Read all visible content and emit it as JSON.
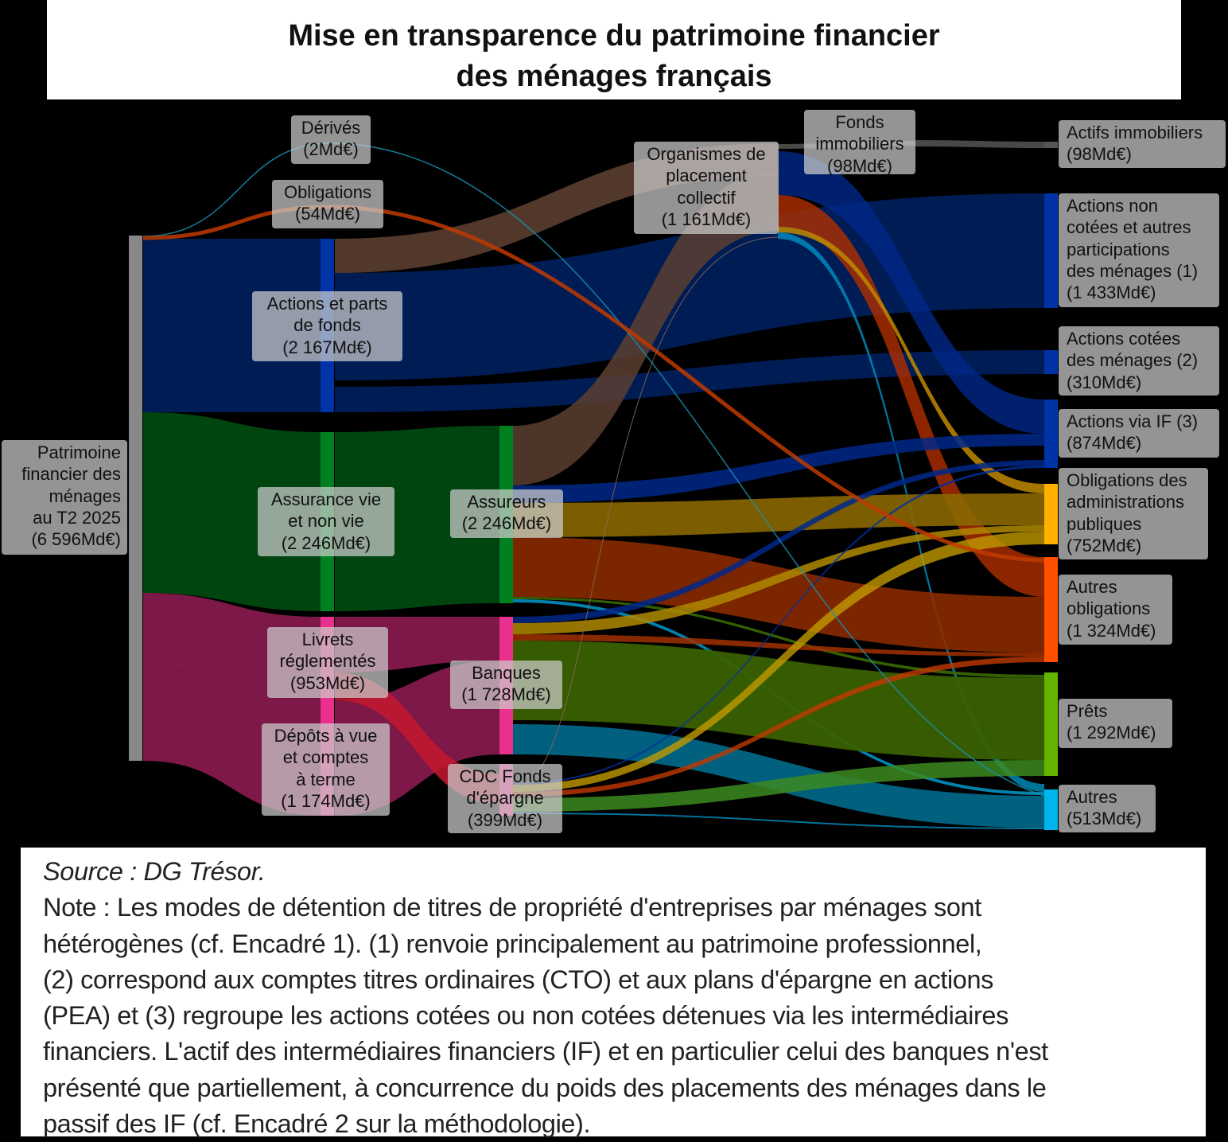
{
  "title": {
    "line1": "Mise en transparence du patrimoine financier",
    "line2": "des ménages français"
  },
  "nodes": {
    "patrimoine": {
      "label": "Patrimoine\nfinancier des\nménages\nau T2 2025\n(6 596Md€)",
      "value": 6596
    },
    "derives": {
      "label": "Dérivés\n(2Md€)",
      "value": 2
    },
    "obligations": {
      "label": "Obligations\n(54Md€)",
      "value": 54
    },
    "actions_parts": {
      "label": "Actions et parts\nde fonds\n(2 167Md€)",
      "value": 2167
    },
    "assurance": {
      "label": "Assurance vie\net non vie\n(2 246Md€)",
      "value": 2246
    },
    "livrets": {
      "label": "Livrets\nréglementés\n(953Md€)",
      "value": 953
    },
    "depots": {
      "label": "Dépôts à vue\net comptes\nà terme\n(1 174Md€)",
      "value": 1174
    },
    "assureurs": {
      "label": "Assureurs\n(2 246Md€)",
      "value": 2246
    },
    "banques": {
      "label": "Banques\n(1 728Md€)",
      "value": 1728
    },
    "cdc": {
      "label": "CDC Fonds\nd'épargne\n(399Md€)",
      "value": 399
    },
    "opc": {
      "label": "Organismes de\nplacement\ncollectif\n(1 161Md€)",
      "value": 1161
    },
    "fonds_immo": {
      "label": "Fonds\nimmobiliers\n(98Md€)",
      "value": 98
    },
    "actifs_immo": {
      "label": "Actifs immobiliers\n(98Md€)",
      "value": 98
    },
    "actions_non_cotees": {
      "label": "Actions non\ncotées et autres\nparticipations\ndes ménages (1)\n(1 433Md€)",
      "value": 1433
    },
    "actions_cotees": {
      "label": "Actions cotées\ndes ménages (2)\n(310Md€)",
      "value": 310
    },
    "actions_via_if": {
      "label": "Actions via IF (3)\n(874Md€)",
      "value": 874
    },
    "obl_admin": {
      "label": "Obligations des\nadministrations\npubliques\n(752Md€)",
      "value": 752
    },
    "autres_obl": {
      "label": "Autres\nobligations\n(1 324Md€)",
      "value": 1324
    },
    "prets": {
      "label": "Prêts\n(1 292Md€)",
      "value": 1292
    },
    "autres": {
      "label": "Autres\n(513Md€)",
      "value": 513
    }
  },
  "chart_data": {
    "type": "sankey",
    "title": "Mise en transparence du patrimoine financier des ménages français",
    "unit": "Md€",
    "nodes": [
      {
        "name": "Patrimoine financier des ménages au T2 2025",
        "value": 6596
      },
      {
        "name": "Dérivés",
        "value": 2
      },
      {
        "name": "Obligations",
        "value": 54
      },
      {
        "name": "Actions et parts de fonds",
        "value": 2167
      },
      {
        "name": "Assurance vie et non vie",
        "value": 2246
      },
      {
        "name": "Livrets réglementés",
        "value": 953
      },
      {
        "name": "Dépôts à vue et comptes à terme",
        "value": 1174
      },
      {
        "name": "Assureurs",
        "value": 2246
      },
      {
        "name": "Banques",
        "value": 1728
      },
      {
        "name": "CDC Fonds d'épargne",
        "value": 399
      },
      {
        "name": "Organismes de placement collectif",
        "value": 1161
      },
      {
        "name": "Fonds immobiliers",
        "value": 98
      },
      {
        "name": "Actifs immobiliers",
        "value": 98
      },
      {
        "name": "Actions non cotées et autres participations des ménages (1)",
        "value": 1433
      },
      {
        "name": "Actions cotées des ménages (2)",
        "value": 310
      },
      {
        "name": "Actions via IF (3)",
        "value": 874
      },
      {
        "name": "Obligations des administrations publiques",
        "value": 752
      },
      {
        "name": "Autres obligations",
        "value": 1324
      },
      {
        "name": "Prêts",
        "value": 1292
      },
      {
        "name": "Autres",
        "value": 513
      }
    ],
    "links": [
      [
        "Patrimoine financier des ménages au T2 2025",
        "Dérivés"
      ],
      [
        "Patrimoine financier des ménages au T2 2025",
        "Obligations"
      ],
      [
        "Patrimoine financier des ménages au T2 2025",
        "Actions et parts de fonds"
      ],
      [
        "Patrimoine financier des ménages au T2 2025",
        "Assurance vie et non vie"
      ],
      [
        "Patrimoine financier des ménages au T2 2025",
        "Livrets réglementés"
      ],
      [
        "Patrimoine financier des ménages au T2 2025",
        "Dépôts à vue et comptes à terme"
      ],
      [
        "Dérivés",
        "Autres"
      ],
      [
        "Obligations",
        "Autres obligations"
      ],
      [
        "Actions et parts de fonds",
        "Organismes de placement collectif"
      ],
      [
        "Actions et parts de fonds",
        "Actions non cotées et autres participations des ménages (1)"
      ],
      [
        "Actions et parts de fonds",
        "Actions cotées des ménages (2)"
      ],
      [
        "Assurance vie et non vie",
        "Assureurs"
      ],
      [
        "Livrets réglementés",
        "Banques"
      ],
      [
        "Livrets réglementés",
        "CDC Fonds d'épargne"
      ],
      [
        "Dépôts à vue et comptes à terme",
        "Banques"
      ],
      [
        "Assureurs",
        "Organismes de placement collectif"
      ],
      [
        "Assureurs",
        "Actions via IF (3)"
      ],
      [
        "Assureurs",
        "Obligations des administrations publiques"
      ],
      [
        "Assureurs",
        "Autres obligations"
      ],
      [
        "Assureurs",
        "Prêts"
      ],
      [
        "Assureurs",
        "Autres"
      ],
      [
        "Banques",
        "Actions via IF (3)"
      ],
      [
        "Banques",
        "Obligations des administrations publiques"
      ],
      [
        "Banques",
        "Autres obligations"
      ],
      [
        "Banques",
        "Prêts"
      ],
      [
        "Banques",
        "Autres"
      ],
      [
        "CDC Fonds d'épargne",
        "Actions via IF (3)"
      ],
      [
        "CDC Fonds d'épargne",
        "Obligations des administrations publiques"
      ],
      [
        "CDC Fonds d'épargne",
        "Autres obligations"
      ],
      [
        "CDC Fonds d'épargne",
        "Prêts"
      ],
      [
        "CDC Fonds d'épargne",
        "Autres"
      ],
      [
        "Organismes de placement collectif",
        "Fonds immobiliers"
      ],
      [
        "Fonds immobiliers",
        "Actifs immobiliers"
      ],
      [
        "Organismes de placement collectif",
        "Actions via IF (3)"
      ],
      [
        "Organismes de placement collectif",
        "Obligations des administrations publiques"
      ],
      [
        "Organismes de placement collectif",
        "Autres obligations"
      ],
      [
        "Organismes de placement collectif",
        "Autres"
      ]
    ]
  },
  "colors": {
    "equity_band": "#001c55",
    "equity_node": "#0033a6",
    "insurance_band": "#00450f",
    "insurance_node": "#00801f",
    "cash_band": "#7d1848",
    "cash_node": "#e8308c",
    "opc_band": "#5a3e30",
    "gov_bond": "#ffb000",
    "other_bond": "#ff5000",
    "loans": "#62b400",
    "other": "#00b4ec",
    "root": "#888888"
  },
  "footer": {
    "source": "Source : DG Trésor.",
    "note_lines": [
      "Note : Les modes de détention de titres de propriété d'entreprises par ménages sont",
      "hétérogènes (cf. Encadré 1). (1) renvoie principalement au patrimoine professionnel,",
      "(2) correspond aux comptes titres ordinaires (CTO) et aux plans d'épargne en actions",
      "(PEA) et (3) regroupe les actions cotées ou non cotées détenues via les intermédiaires",
      "financiers. L'actif des intermédiaires financiers (IF) et en particulier celui des banques n'est",
      "présenté que partiellement, à concurrence du poids des placements des ménages dans le",
      "passif des IF (cf. Encadré 2 sur la méthodologie)."
    ]
  }
}
